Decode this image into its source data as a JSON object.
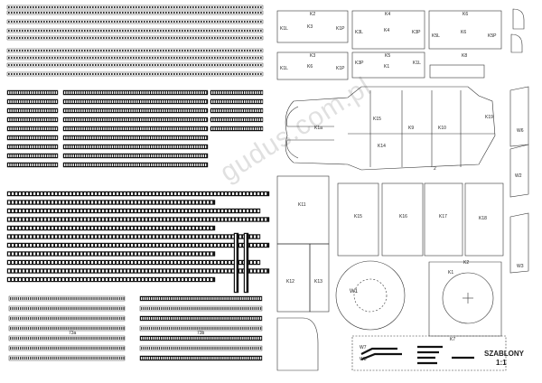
{
  "sheet": {
    "title": "SZABLONY",
    "scale": "1:1",
    "watermark": "gudus.com.pl"
  },
  "labels": {
    "k2": "K2",
    "k3": "K3",
    "k4": "K4",
    "k5": "K5",
    "k6": "K6",
    "k1": "K1",
    "k1l": "K1L",
    "k1p": "K1P",
    "k3l": "K3L",
    "k3p": "K3P",
    "k5l": "K5L",
    "k5p": "K5P",
    "k8": "K8",
    "k11": "K11",
    "k12": "K12",
    "k13": "K13",
    "k14": "K14",
    "k15": "K15",
    "k16": "K16",
    "k17": "K17",
    "k18": "K18",
    "k19": "K19",
    "k9": "K9",
    "k10": "K10",
    "k1a": "K1a",
    "w1": "W1",
    "w2": "W2",
    "w3": "W3",
    "w6": "W6",
    "w7": "W7",
    "w8": "W8",
    "k7": "K7",
    "num2": "2",
    "s73a": "73a",
    "s73b": "73b"
  },
  "colors": {
    "ink": "#222222",
    "paper": "#ffffff",
    "light": "#e8e8e8"
  }
}
